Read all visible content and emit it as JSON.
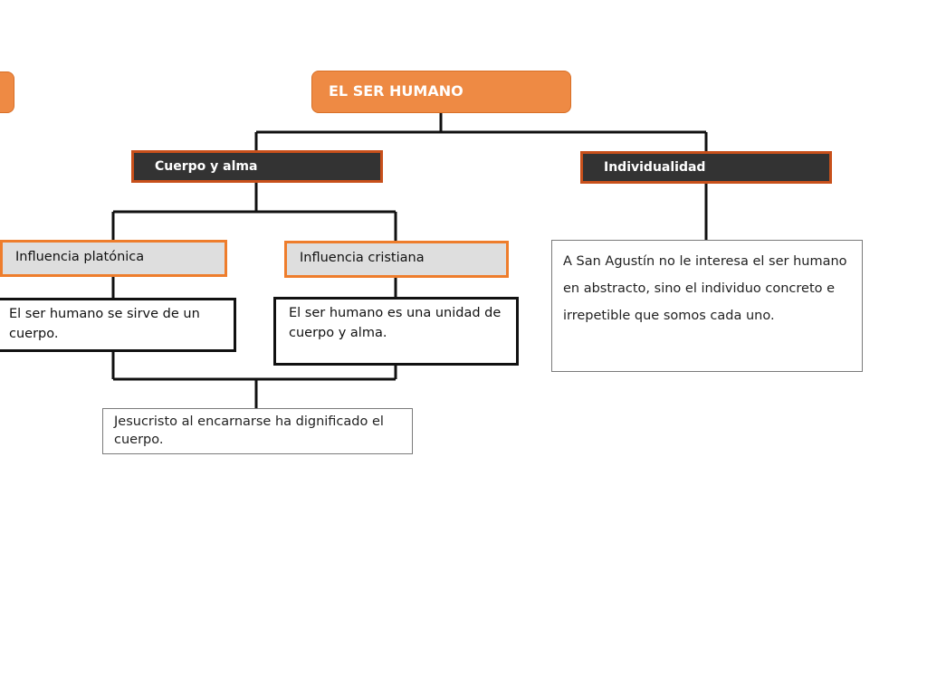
{
  "diagram": {
    "root": {
      "label": "EL SER HUMANO"
    },
    "branches": [
      {
        "label": "Cuerpo y alma",
        "sub": [
          {
            "label": "Influencia platónica",
            "detail": "El ser humano se sirve de un cuerpo."
          },
          {
            "label": "Influencia cristiana",
            "detail": "El ser humano es una unidad de cuerpo y alma."
          }
        ],
        "conclusion": "Jesucristo al encarnarse ha dignificado el cuerpo."
      },
      {
        "label": "Individualidad",
        "detail": "A San Agustín no le interesa el ser humano en abstracto, sino el individuo concreto e irrepetible que somos cada uno."
      }
    ]
  },
  "colors": {
    "accent_orange": "#ee8a44",
    "dark_fill": "#333333",
    "grey_fill": "#dedede",
    "line": "#111111"
  }
}
